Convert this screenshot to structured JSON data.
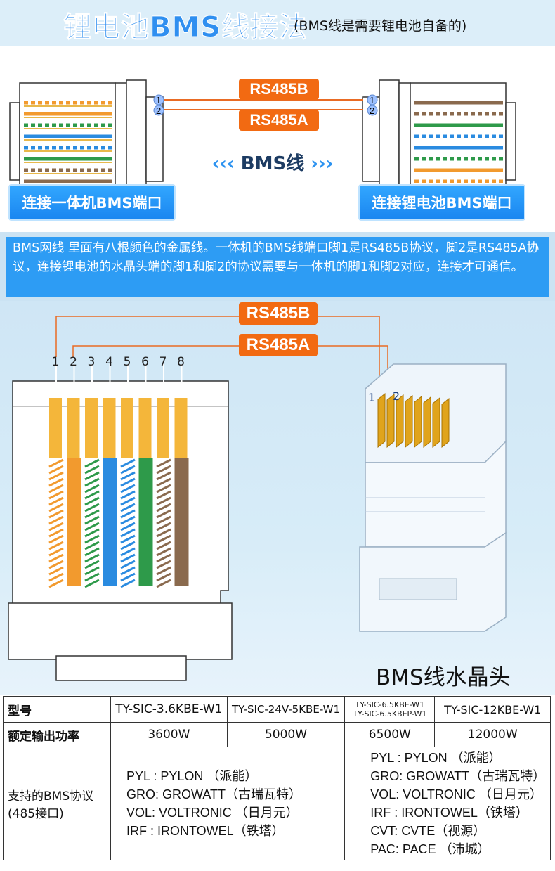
{
  "header": {
    "title": "锂电池BMS线接法",
    "subtitle": "(BMS线是需要锂电池自备的)"
  },
  "cable_diagram": {
    "rs485b": "RS485B",
    "rs485a": "RS485A",
    "pin1": "1",
    "pin2": "2",
    "bms_line": "BMS线",
    "left_button": "连接一体机BMS端口",
    "right_button": "连接锂电池BMS端口"
  },
  "explanation": "BMS网线 里面有八根颜色的金属线。一体机的BMS线端口脚1是RS485B协议，脚2是RS485A协议，连接锂电池的水晶头端的脚1和脚2的协议需要与一体机的脚1和脚2对应，连接才可通信。",
  "pin_diagram": {
    "rs485b": "RS485B",
    "rs485a": "RS485A",
    "pins": [
      "1",
      "2",
      "3",
      "4",
      "5",
      "6",
      "7",
      "8"
    ],
    "crystal_pin1": "1",
    "crystal_pin2": "2",
    "caption": "BMS线水晶头",
    "wire_colors": [
      "#f29a2e",
      "#f29a2e",
      "#2e9a4a",
      "#2a8be0",
      "#2a8be0",
      "#2e9a4a",
      "#8a6a4e",
      "#8a6a4e"
    ],
    "wire_striped": [
      true,
      false,
      true,
      false,
      true,
      false,
      true,
      false
    ]
  },
  "table": {
    "model_label": "型号",
    "models": [
      "TY-SIC-3.6KBE-W1",
      "TY-SIC-24V-5KBE-W1",
      "TY-SIC-6.5KBE-W1",
      "TY-SIC-6.5KBEP-W1",
      "TY-SIC-12KBE-W1"
    ],
    "power_label": "额定输出功率",
    "powers": [
      "3600W",
      "5000W",
      "6500W",
      "12000W"
    ],
    "protocol_label_line1": "支持的BMS协议",
    "protocol_label_line2": "(485接口)",
    "protocols_a": [
      "PYL :  PYLON （派能）",
      "GRO:  GROWATT（古瑞瓦特）",
      "VOL:  VOLTRONIC （日月元）",
      "IRF  :  IRONTOWEL（铁塔）"
    ],
    "protocols_b": [
      "PYL :  PYLON （派能）",
      "GRO:  GROWATT（古瑞瓦特）",
      "VOL:  VOLTRONIC （日月元）",
      "IRF  :  IRONTOWEL（铁塔）",
      "CVT:  CVTE（视源）",
      "PAC:  PACE （沛城）"
    ]
  }
}
